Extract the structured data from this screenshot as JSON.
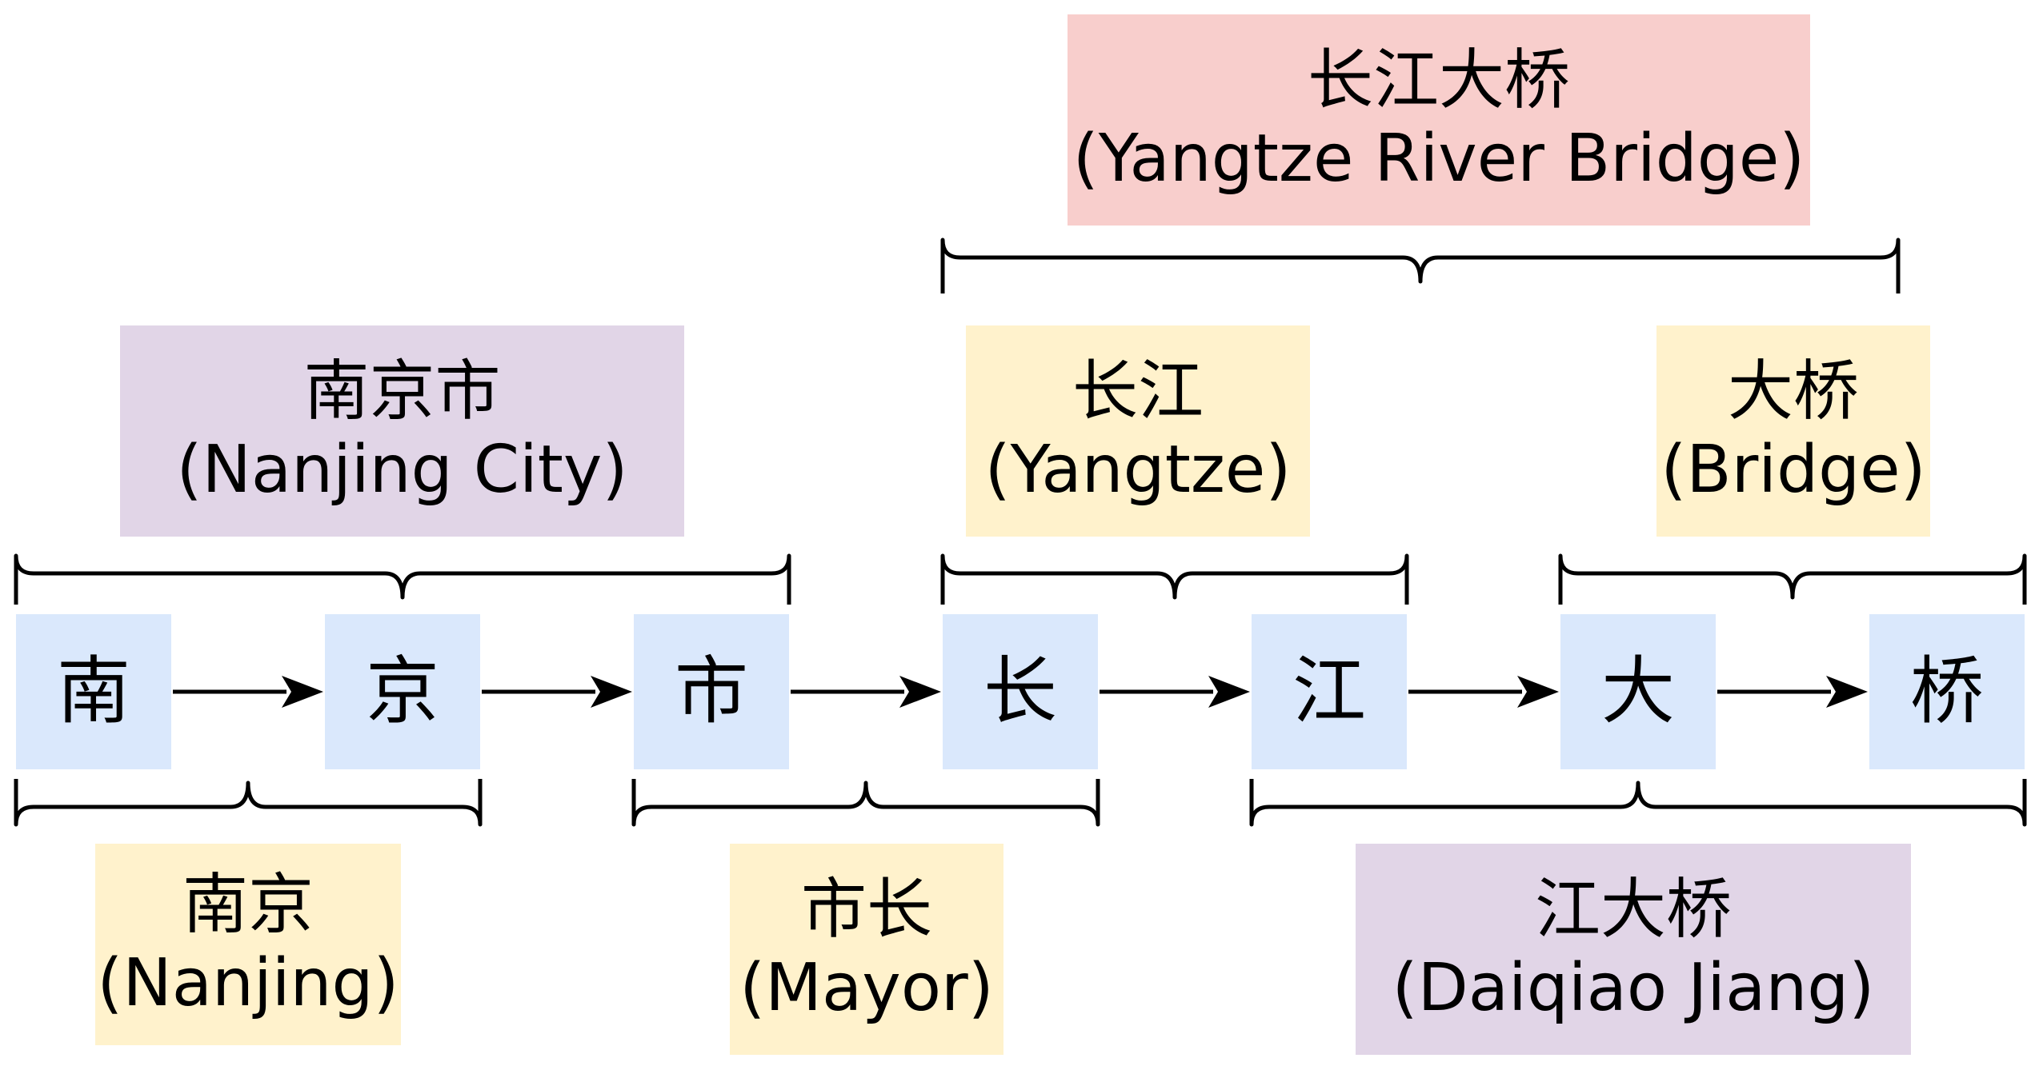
{
  "colors": {
    "character_box": "#dae8fc",
    "yellow_box": "#fff2cc",
    "purple_box": "#e1d5e7",
    "red_box": "#f8cecc",
    "line": "#000000"
  },
  "characters": [
    {
      "text": "南"
    },
    {
      "text": "京"
    },
    {
      "text": "市"
    },
    {
      "text": "长"
    },
    {
      "text": "江"
    },
    {
      "text": "大"
    },
    {
      "text": "桥"
    }
  ],
  "words": [
    {
      "id": "nanjing-city",
      "zh": "南京市",
      "en": "(Nanjing City)",
      "color": "#e1d5e7",
      "span": [
        0,
        2
      ],
      "side": "above"
    },
    {
      "id": "yangtze",
      "zh": "长江",
      "en": "(Yangtze)",
      "color": "#fff2cc",
      "span": [
        3,
        4
      ],
      "side": "above"
    },
    {
      "id": "bridge",
      "zh": "大桥",
      "en": "(Bridge)",
      "color": "#fff2cc",
      "span": [
        5,
        6
      ],
      "side": "above"
    },
    {
      "id": "yangtze-river-bridge",
      "zh": "长江大桥",
      "en": "(Yangtze River Bridge)",
      "color": "#f8cecc",
      "span": [
        3,
        6
      ],
      "side": "above-words"
    },
    {
      "id": "nanjing",
      "zh": "南京",
      "en": "(Nanjing)",
      "color": "#fff2cc",
      "span": [
        0,
        1
      ],
      "side": "below"
    },
    {
      "id": "mayor",
      "zh": "市长",
      "en": "(Mayor)",
      "color": "#fff2cc",
      "span": [
        2,
        3
      ],
      "side": "below"
    },
    {
      "id": "daiqiao-jiang",
      "zh": "江大桥",
      "en": "(Daiqiao Jiang)",
      "color": "#e1d5e7",
      "span": [
        4,
        6
      ],
      "side": "below"
    }
  ]
}
